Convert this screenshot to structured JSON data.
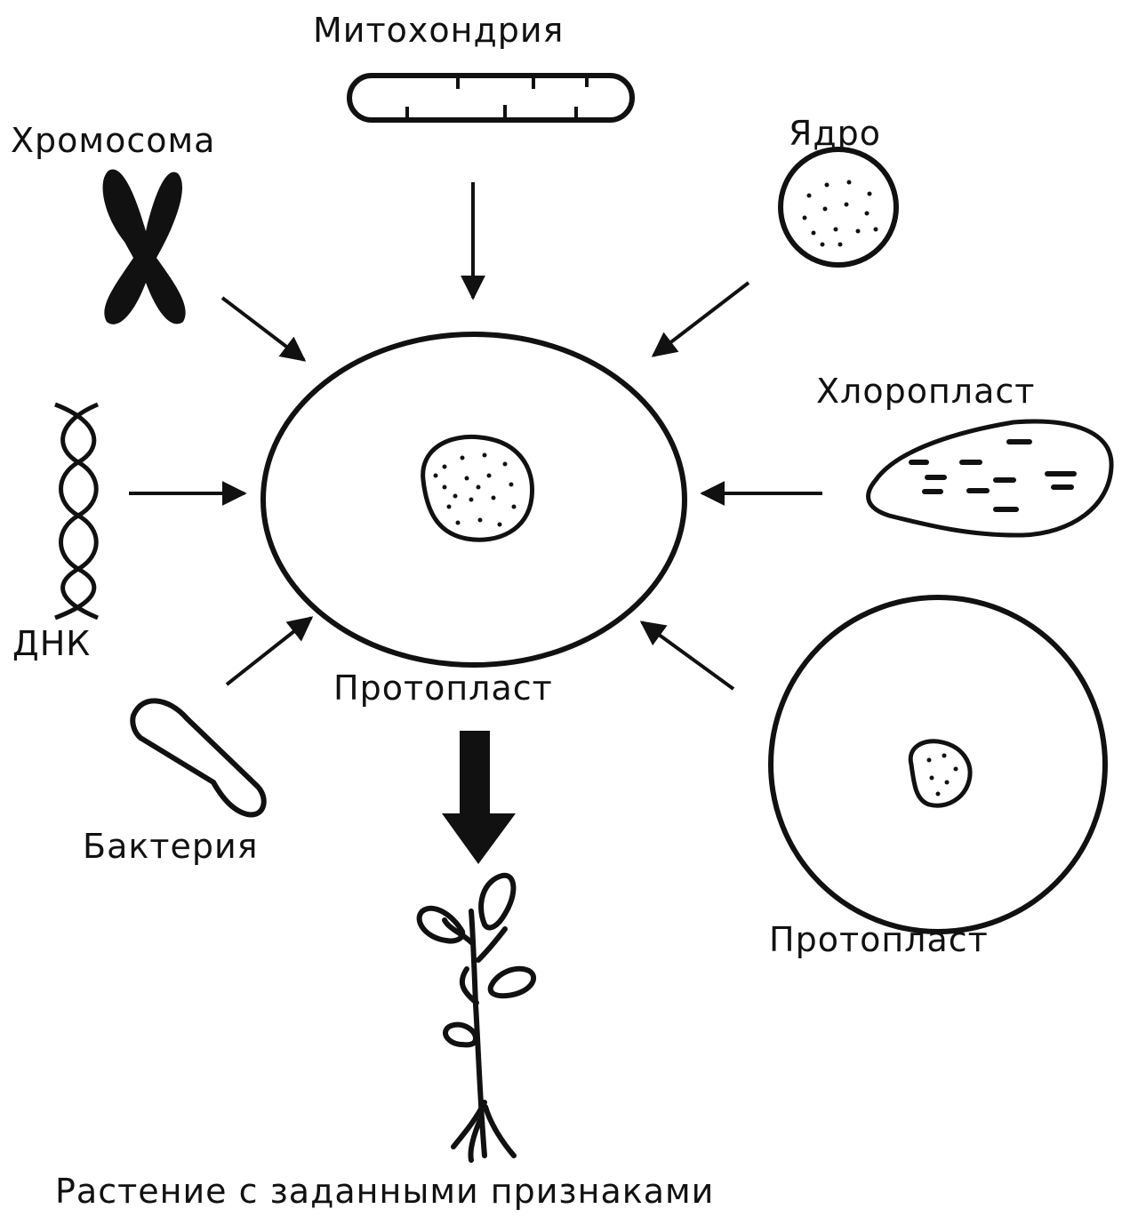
{
  "labels": {
    "mitochondria": "Митохондрия",
    "chromosome": "Хромосома",
    "nucleus": "Ядро",
    "chloroplast": "Хлоропласт",
    "dna": "ДНК",
    "protoplast_center": "Протопласт",
    "bacteria": "Бактерия",
    "protoplast_right": "Протопласт",
    "result": "Растение с заданными признаками"
  },
  "colors": {
    "ink": "#111111",
    "background": "#ffffff"
  }
}
